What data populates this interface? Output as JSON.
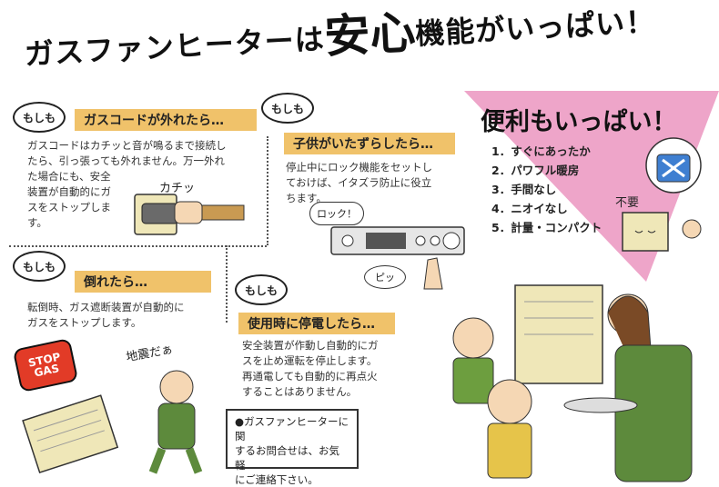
{
  "title": {
    "part1": "ガスファンヒーターは",
    "part2": "安心",
    "part3": "機能がいっぱい！"
  },
  "moshimo": "もしも",
  "sections": {
    "code": {
      "heading": "ガスコードが外れたら…",
      "lines": [
        "ガスコードはカチッと音が鳴るまで接続し",
        "たら、引っ張っても外れません。万一外れ",
        "た場合にも、安全",
        "装置が自動的にガ",
        "スをストップしま",
        "す。"
      ],
      "sfx": "カチッ"
    },
    "kids": {
      "heading": "子供がいたずらしたら…",
      "lines": [
        "停止中にロック機能をセットし",
        "ておけば、イタズラ防止に役立",
        "ちます。"
      ],
      "bubble": "ロック！",
      "sfx": "ピッ"
    },
    "fall": {
      "heading": "倒れたら…",
      "lines": [
        "転倒時、ガス遮断装置が自動的に",
        "ガスをストップします。"
      ],
      "sign": "STOP GAS",
      "shout": "地震だぁ"
    },
    "power": {
      "heading": "使用時に停電したら…",
      "lines": [
        "安全装置が作動し自動的にガ",
        "スを止め運転を停止します。",
        "再通電しても自動的に再点火",
        "することはありません。"
      ]
    }
  },
  "benri": {
    "title": "便利もいっぱい！",
    "items": [
      "1．すぐにあったか",
      "2．パワフル暖房",
      "3．手間なし",
      "4．ニオイなし",
      "5．計量・コンパクト"
    ],
    "fuyo": "不要"
  },
  "contact": [
    "●ガスファンヒーターに関",
    "するお問合せは、お気軽",
    "にご連絡下さい。"
  ],
  "colors": {
    "heading_bg": "#f0c26a",
    "triangle": "#eea5c9",
    "stop": "#e23b27",
    "heater": "#efe7b8",
    "shirt": "#5d8a3c"
  }
}
